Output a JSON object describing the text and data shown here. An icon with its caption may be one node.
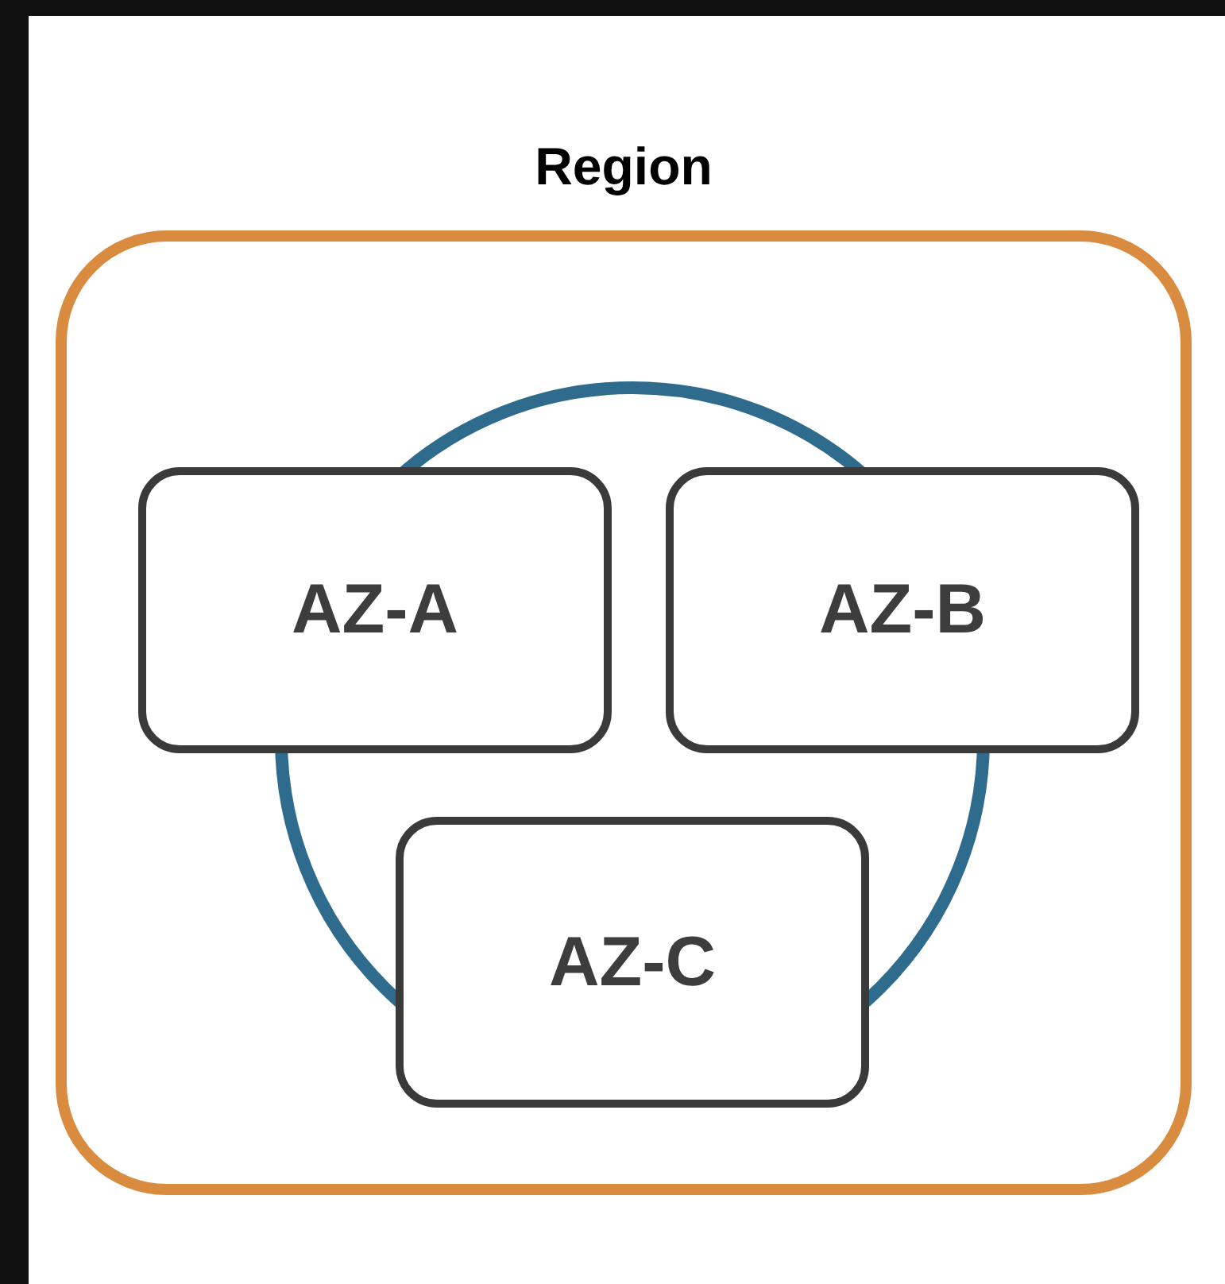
{
  "diagram": {
    "nodes": [
      {
        "text": [
          "Region"
        ]
      },
      {
        "text": [],
        "shape": "circle",
        "in": 0
      },
      {
        "text": [
          "AZ-A"
        ],
        "in": 0
      },
      {
        "text": [
          "AZ-B"
        ],
        "in": 0
      },
      {
        "text": [
          "AZ-C"
        ],
        "in": 0
      }
    ]
  }
}
